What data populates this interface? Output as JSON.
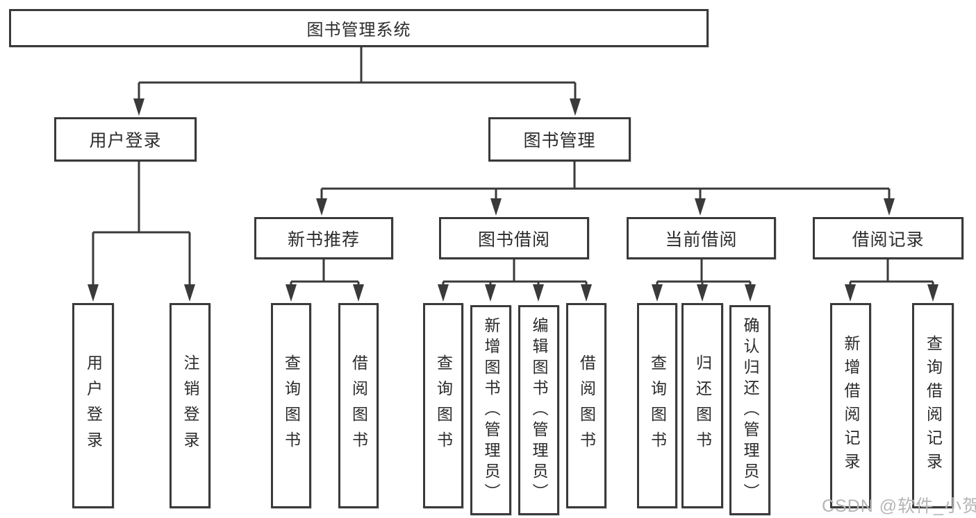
{
  "tree": {
    "root": {
      "label": "图书管理系统"
    },
    "branches": [
      {
        "label": "用户登录",
        "children": [
          {
            "label": "用户登录"
          },
          {
            "label": "注销登录"
          }
        ]
      },
      {
        "label": "图书管理",
        "children": [
          {
            "label": "新书推荐",
            "children": [
              {
                "label": "查询图书"
              },
              {
                "label": "借阅图书"
              }
            ]
          },
          {
            "label": "图书借阅",
            "children": [
              {
                "label": "查询图书"
              },
              {
                "label": "新增图书（管理员）"
              },
              {
                "label": "编辑图书（管理员）"
              },
              {
                "label": "借阅图书"
              }
            ]
          },
          {
            "label": "当前借阅",
            "children": [
              {
                "label": "查询图书"
              },
              {
                "label": "归还图书"
              },
              {
                "label": "确认归还（管理员）"
              }
            ]
          },
          {
            "label": "借阅记录",
            "children": [
              {
                "label": "新增借阅记录"
              },
              {
                "label": "查询借阅记录"
              }
            ]
          }
        ]
      }
    ]
  },
  "watermark": {
    "text": "CSDN @软件_小贺同学"
  },
  "colors": {
    "line": "#3a3a3a",
    "text": "#2b2b2b",
    "background": "#ffffff",
    "watermark": "#b5b5b5"
  }
}
